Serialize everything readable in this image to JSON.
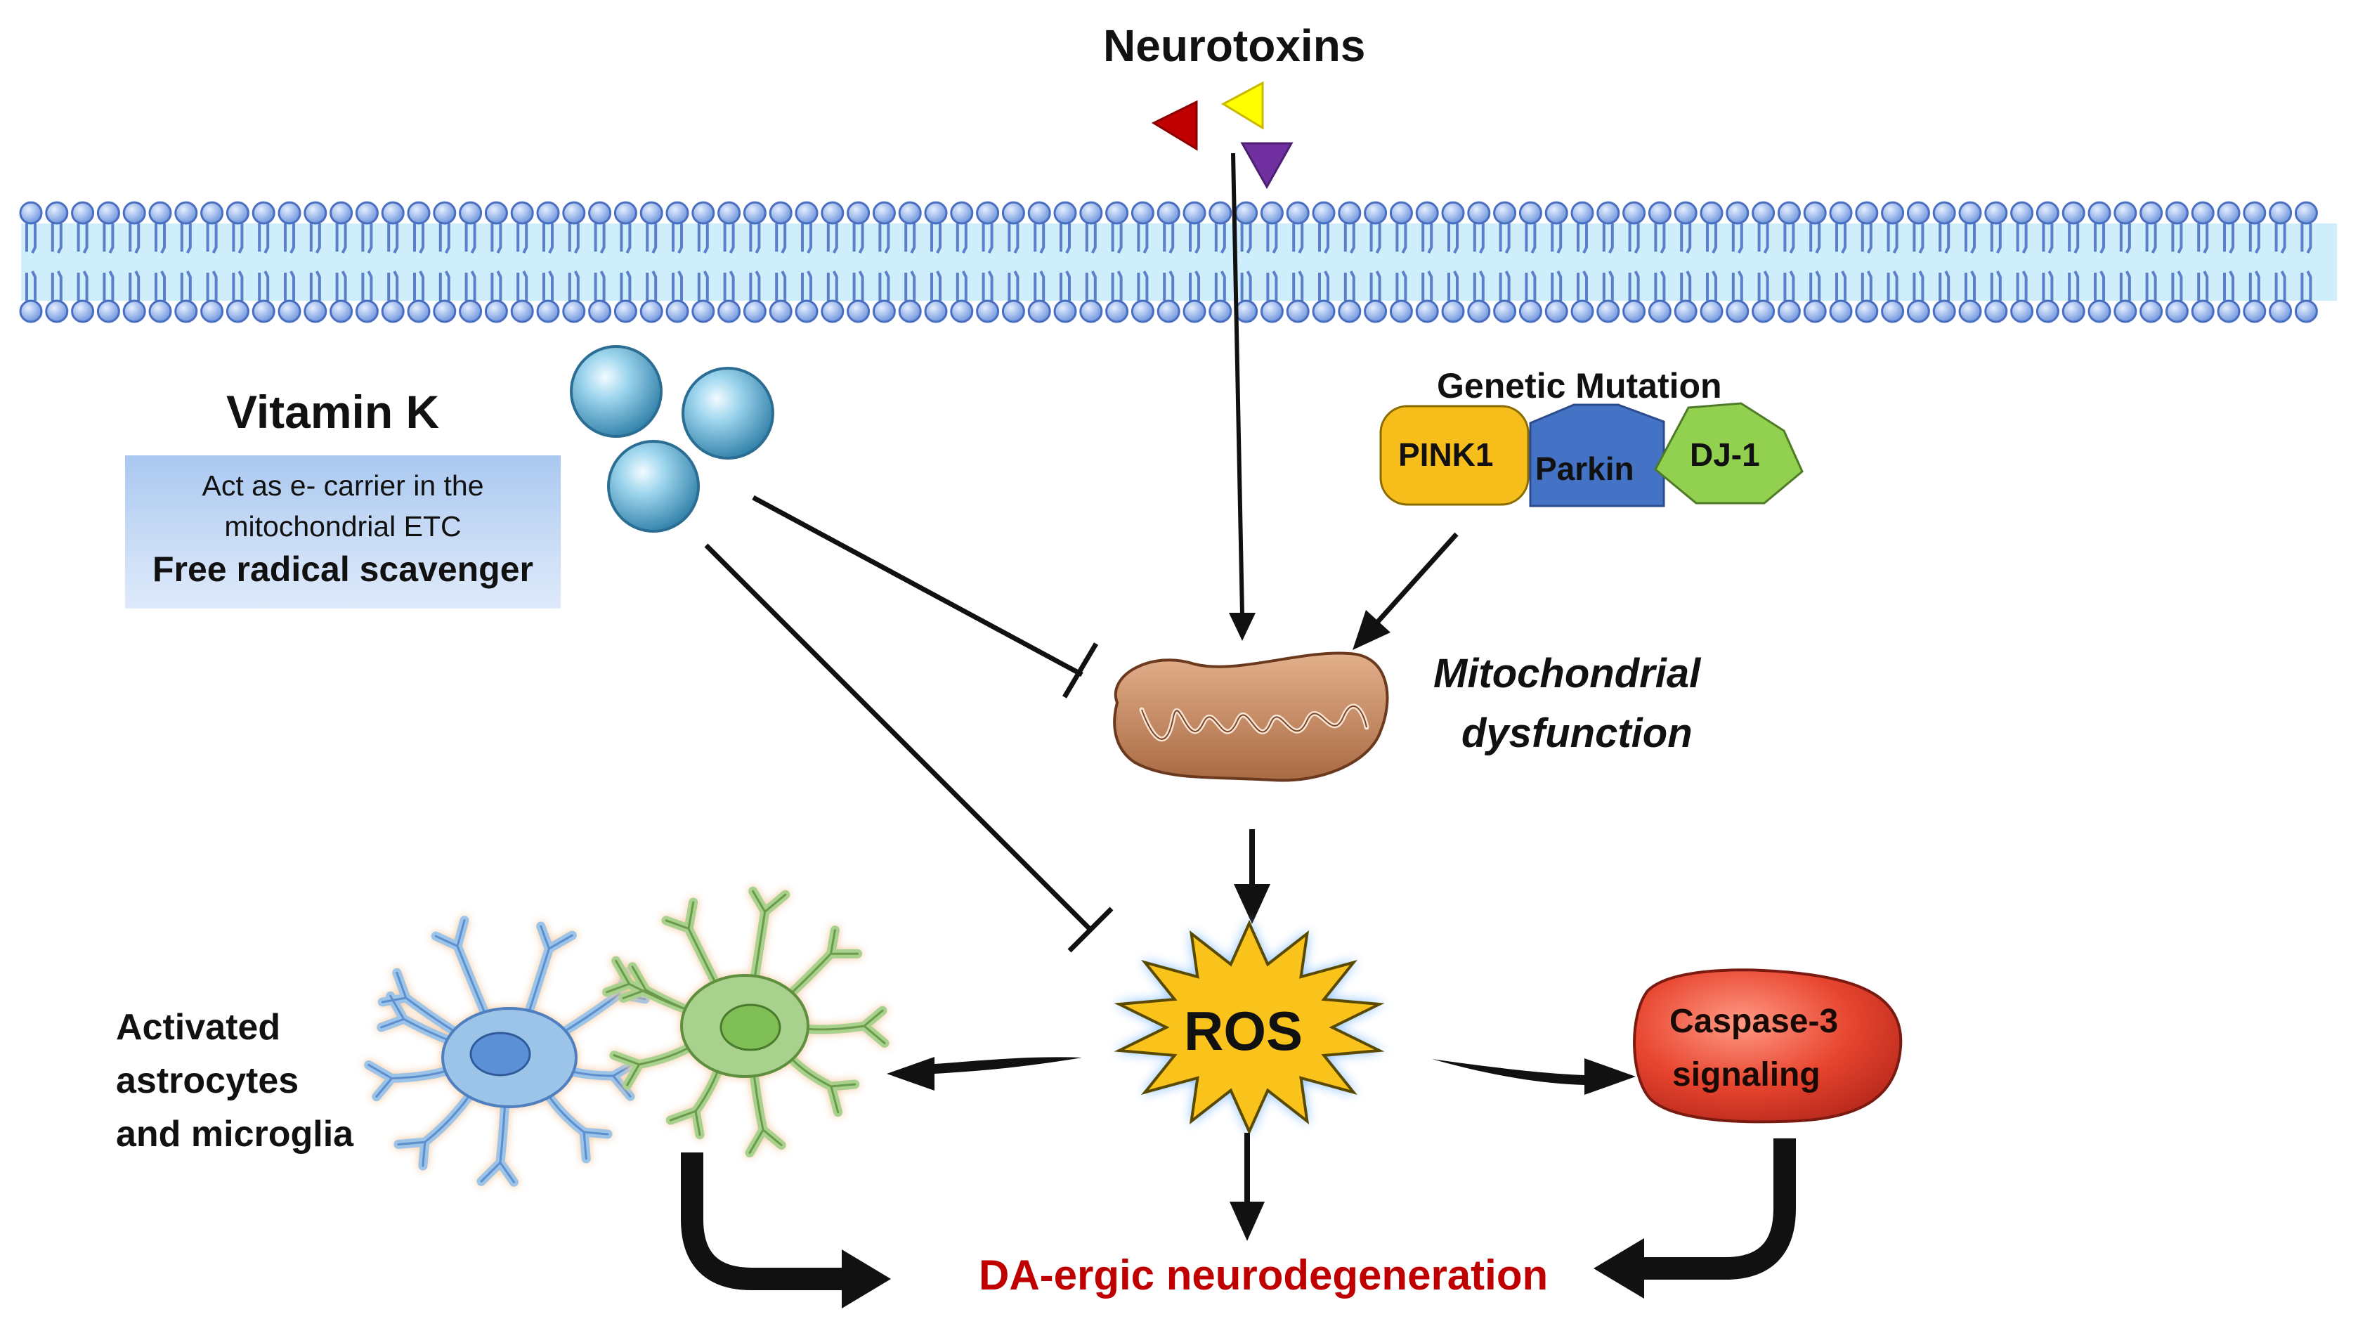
{
  "labels": {
    "neurotoxins": "Neurotoxins",
    "vitamin_k": "Vitamin K",
    "vitk_desc_line1": "Act as e- carrier in the",
    "vitk_desc_line2": "mitochondrial ETC",
    "vitk_desc_line3": "Free radical scavenger",
    "genetic_mutation": "Genetic Mutation",
    "pink1": "PINK1",
    "parkin": "Parkin",
    "dj1": "DJ-1",
    "mito_line1": "Mitochondrial",
    "mito_line2": "dysfunction",
    "ros": "ROS",
    "glia_line1": "Activated",
    "glia_line2": "astrocytes",
    "glia_line3": "and microglia",
    "caspase_line1": "Caspase-3",
    "caspase_line2": "signaling",
    "outcome": "DA-ergic neurodegeneration"
  },
  "colors": {
    "membrane_head": "#8fb4ea",
    "membrane_core": "#cdeefa",
    "vitamin_k_sphere": "#5aa9cf",
    "pink1": "#f7be1b",
    "parkin": "#4472c4",
    "dj1": "#92d050",
    "mitochondrion": "#c98a63",
    "ros_burst": "#f9c31c",
    "caspase": "#e8452f",
    "astrocyte": "#9cc3e8",
    "microglia": "#a9d18e",
    "outcome_text": "#c00000",
    "toxin_red": "#c00000",
    "toxin_yellow": "#ffff00",
    "toxin_purple": "#7030a0"
  },
  "icons": [
    "membrane-bilayer",
    "vitamin-k-molecules",
    "mitochondrion-icon",
    "ros-burst-icon",
    "astrocyte-icon",
    "microglia-icon",
    "caspase-icon",
    "neurotoxin-triangles"
  ]
}
